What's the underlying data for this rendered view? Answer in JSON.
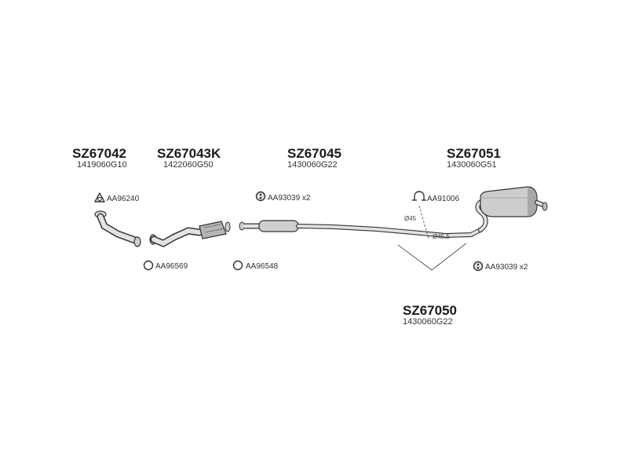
{
  "parts": [
    {
      "code": "SZ67042",
      "number": "1419060G10"
    },
    {
      "code": "SZ67043K",
      "number": "1422060G50"
    },
    {
      "code": "SZ67045",
      "number": "1430060G22"
    },
    {
      "code": "SZ67051",
      "number": "1430060G51"
    },
    {
      "code": "SZ67050",
      "number": "1430060G22"
    }
  ],
  "accessories": [
    {
      "label": "AA96240",
      "icon": "flange-gasket-icon"
    },
    {
      "label": "AA96569",
      "icon": "ring-gasket-icon"
    },
    {
      "label": "AA96548",
      "icon": "ring-gasket-icon"
    },
    {
      "label": "AA93039 x2",
      "icon": "rubber-hanger-icon"
    },
    {
      "label": "AA91006",
      "icon": "pipe-clamp-icon"
    },
    {
      "label": "AA93039 x2",
      "icon": "rubber-hanger-icon"
    }
  ],
  "dimensions": [
    "Ø45",
    "Ø45,5"
  ],
  "colors": {
    "stroke": "#333333",
    "fill": "#d9d9d9",
    "shade": "#a8a8a8"
  }
}
